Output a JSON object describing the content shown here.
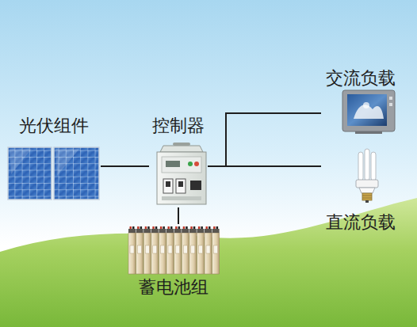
{
  "diagram": {
    "nodes": [
      {
        "text": [
          "光伏组件"
        ]
      },
      {
        "text": [
          "控制器"
        ]
      },
      {
        "text": [
          "交流负载"
        ]
      },
      {
        "text": [
          "直流负载"
        ]
      },
      {
        "text": [
          "蓄电池组"
        ]
      }
    ],
    "edges": [
      {
        "from": 0,
        "to": 1,
        "arrow": "none"
      },
      {
        "from": 1,
        "to": 2,
        "arrow": "none"
      },
      {
        "from": 1,
        "to": 3,
        "arrow": "none"
      },
      {
        "from": 1,
        "to": 4,
        "arrow": "none"
      }
    ]
  }
}
